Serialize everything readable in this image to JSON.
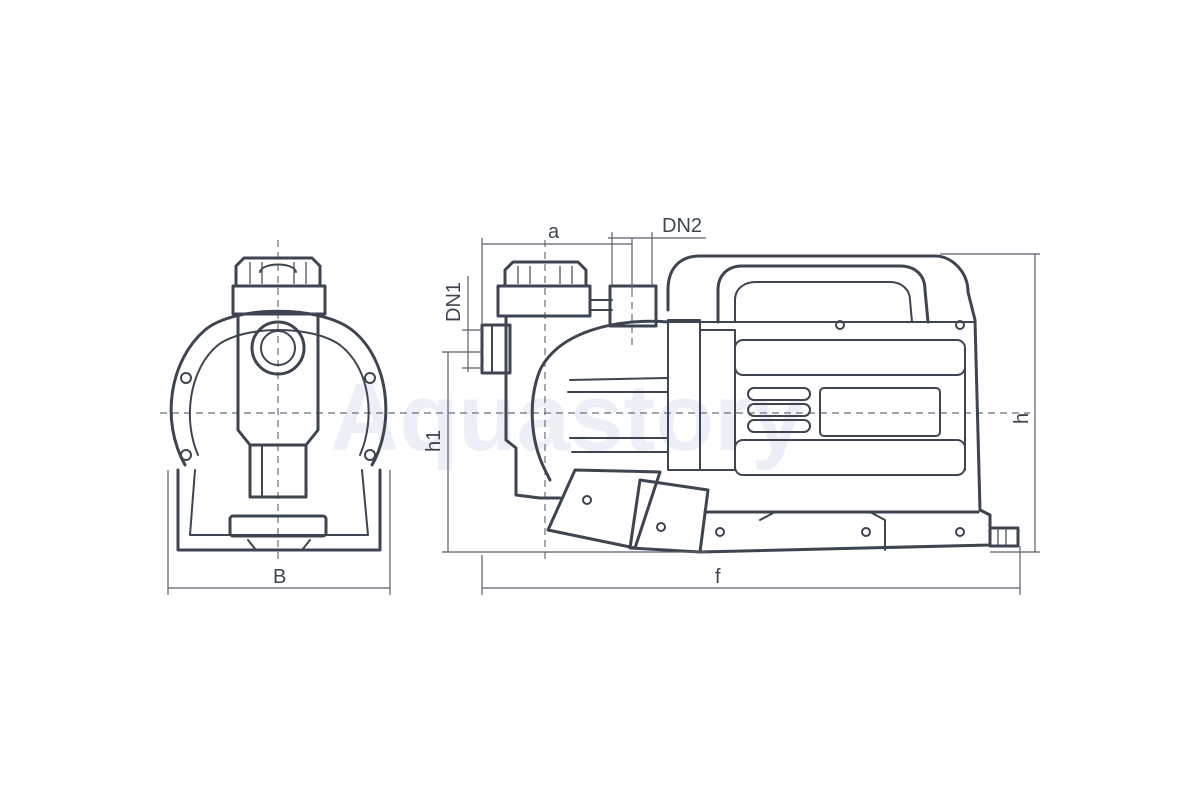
{
  "labels": {
    "width_front": "B",
    "length_total": "f",
    "height_total": "h",
    "height_axis": "h1",
    "inlet_offset": "a",
    "outlet_diameter": "DN2",
    "inlet_diameter": "DN1"
  },
  "watermark": "Aquastory",
  "colors": {
    "line": "#3e4550",
    "watermark": "#c9d3e3",
    "background": "#ffffff"
  }
}
